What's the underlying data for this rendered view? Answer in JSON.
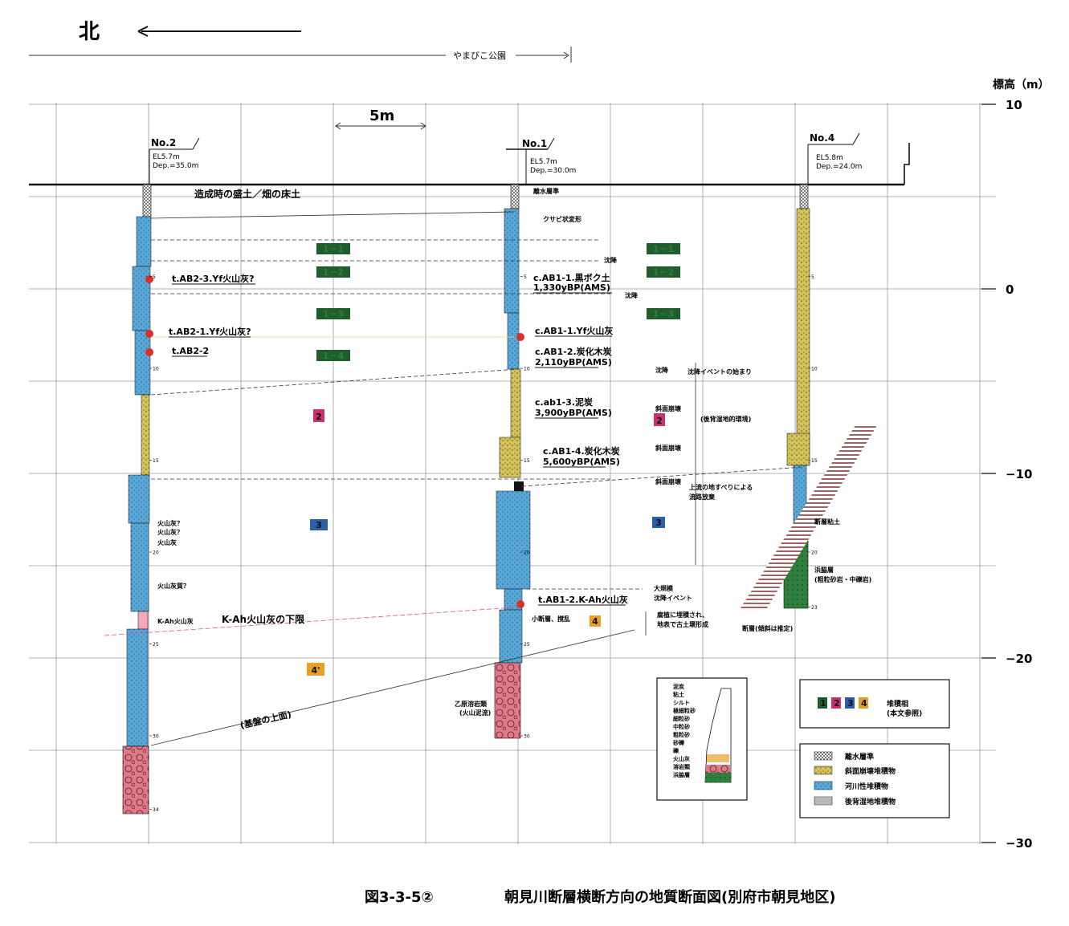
{
  "header": {
    "north_label": "北",
    "park_label": "やまびこ公園",
    "elevation_title": "標高（m）",
    "scale_label": "5m"
  },
  "elevation_ticks": [
    {
      "value": 10,
      "label": "10"
    },
    {
      "value": 0,
      "label": "0"
    },
    {
      "value": -10,
      "label": "−10"
    },
    {
      "value": -20,
      "label": "−20"
    },
    {
      "value": -30,
      "label": "−30"
    }
  ],
  "boreholes": [
    {
      "id": "no2",
      "name": "No.2",
      "el": "EL5.7m",
      "dep": "Dep.=35.0m",
      "depth_ticks": [
        "5",
        "10",
        "15",
        "20",
        "25",
        "30",
        "34"
      ]
    },
    {
      "id": "no1",
      "name": "No.1",
      "el": "EL5.7m",
      "dep": "Dep.=30.0m",
      "depth_ticks": [
        "5",
        "10",
        "15",
        "20",
        "25",
        "30"
      ]
    },
    {
      "id": "no4",
      "name": "No.4",
      "el": "EL5.8m",
      "dep": "Dep.=24.0m",
      "depth_ticks": [
        "5",
        "10",
        "15",
        "20",
        "23"
      ]
    }
  ],
  "samples_no2": [
    "t.AB2-3.Yf火山灰?",
    "t.AB2-1.Yf火山灰?",
    "t.AB2-2"
  ],
  "samples_no1": [
    {
      "l1": "c.AB1-1.黒ボク土",
      "l2": "1,330yBP(AMS)"
    },
    {
      "l1": "c.AB1-1.Yf火山灰",
      "l2": ""
    },
    {
      "l1": "c.AB1-2.炭化木炭",
      "l2": "2,110yBP(AMS)"
    },
    {
      "l1": "c.ab1-3.泥炭",
      "l2": "3,900yBP(AMS)"
    },
    {
      "l1": "c.AB1-4.炭化木炭",
      "l2": "5,600yBP(AMS)"
    },
    {
      "l1": "t.AB1-2.K-Ah火山灰",
      "l2": ""
    }
  ],
  "notes_no2": [
    "火山灰？",
    "火山灰？",
    "火山灰",
    "火山灰質？",
    "K-Ah火山灰"
  ],
  "notes_no1": {
    "top": "離水層準",
    "kusabi": "クサビ状変形",
    "chinko": "沈降",
    "shamen": "斜面崩壊",
    "daikibo": "大規模",
    "chinko_event": "沈降イベント",
    "kobunsou": "小断層、撹乱",
    "otsubaru": "乙原溶岩類",
    "otsubaru2": "(火山泥流)"
  },
  "notes_right": {
    "chinko_start": "沈降イベントの始まり",
    "haihai": "(後背湿地的環境)",
    "jouryu1": "上流の地すべりによる",
    "jouryu2": "流路放棄",
    "soil1": "腐植に埋積され、",
    "soil2": "地表で古土壌形成"
  },
  "notes_no4": {
    "clay": "断層粘土",
    "hamawaki": "浜脇層",
    "hamawaki2": "(粗粒砂岩・中礫岩)",
    "fault": "断層(傾斜は推定)"
  },
  "annotations": {
    "fill_label": "造成時の盛土／畑の床土",
    "kah_lower": "K-Ah火山灰の下限",
    "basement": "(基盤の上面)"
  },
  "facies_boxes": [
    {
      "label": "1－1",
      "type": "g"
    },
    {
      "label": "1－2",
      "type": "g"
    },
    {
      "label": "1－3",
      "type": "g"
    },
    {
      "label": "1－4",
      "type": "g"
    },
    {
      "label": "2",
      "type": "r"
    },
    {
      "label": "3",
      "type": "b"
    },
    {
      "label": "4'",
      "type": "o"
    },
    {
      "label": "1－1",
      "type": "g"
    },
    {
      "label": "1－2",
      "type": "g"
    },
    {
      "label": "1－3",
      "type": "g"
    },
    {
      "label": "2",
      "type": "r"
    },
    {
      "label": "3",
      "type": "b"
    },
    {
      "label": "4",
      "type": "o"
    }
  ],
  "grain_legend": {
    "items": [
      "泥炭",
      "粘土",
      "シルト",
      "極細粒砂",
      "細粒砂",
      "中粒砂",
      "粗粒砂",
      "砂礫",
      "礫",
      "火山灰",
      "溶岩類",
      "浜脇層"
    ]
  },
  "facies_legend": {
    "numbers": [
      "1",
      "2",
      "3",
      "4"
    ],
    "label1": "堆積相",
    "label2": "(本文参照)"
  },
  "deposit_legend": {
    "items": [
      "離水層準",
      "斜面崩壊堆積物",
      "河川性堆積物",
      "後背湿地堆積物"
    ]
  },
  "caption": {
    "figure": "図3-3-5②",
    "title": "朝見川断層横断方向の地質断面図(別府市朝見地区)"
  },
  "colors": {
    "facies_green": "#1f5e2c",
    "facies_red": "#c8336d",
    "facies_blue": "#2d5fa8",
    "facies_orange": "#e6a02a",
    "river": "#5aa8d8",
    "slope": "#d4c25a",
    "lava": "#e07a8a",
    "hamawaki": "#2f7f3d",
    "sample_red": "#d9302a"
  }
}
